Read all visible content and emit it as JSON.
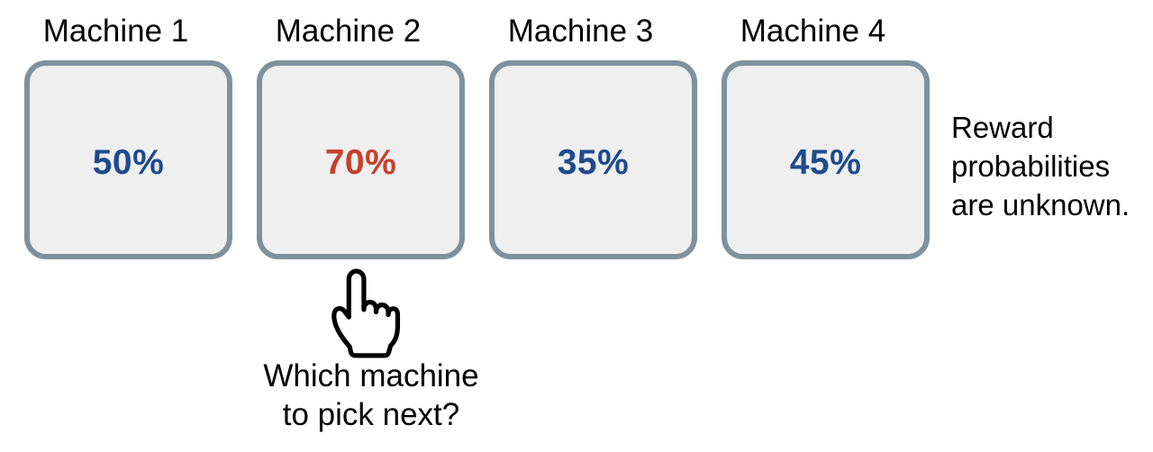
{
  "machines": [
    {
      "label": "Machine 1",
      "probability": "50%",
      "value_color": "#1e4b8f"
    },
    {
      "label": "Machine 2",
      "probability": "70%",
      "value_color": "#c5402d"
    },
    {
      "label": "Machine 3",
      "probability": "35%",
      "value_color": "#1e4b8f"
    },
    {
      "label": "Machine 4",
      "probability": "45%",
      "value_color": "#1e4b8f"
    }
  ],
  "question": {
    "line1": "Which machine",
    "line2": "to pick next?"
  },
  "note": {
    "text": "Reward probabilities are unknown."
  },
  "icons": {
    "pointer": "hand-pointer-icon"
  },
  "colors": {
    "box_fill": "#efefef",
    "box_border": "#7d929e",
    "value_blue": "#1e4b8f",
    "value_red": "#c5402d",
    "text": "#000000",
    "background": "#ffffff"
  }
}
